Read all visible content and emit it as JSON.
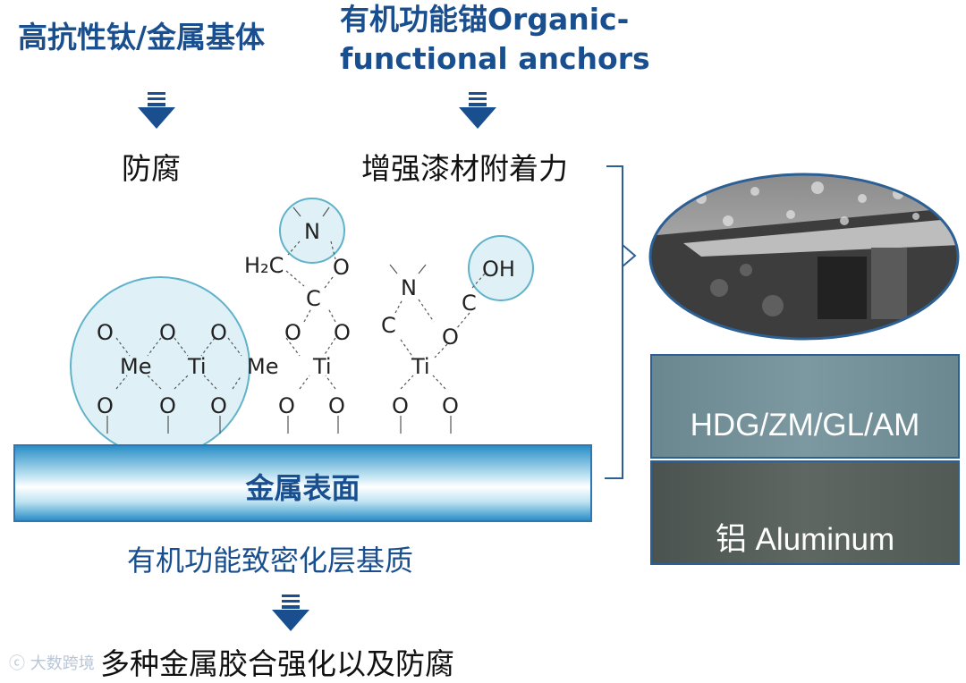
{
  "top_left_title": "高抗性钛/金属基体",
  "top_right_title_line1": "有机功能锚Organic-",
  "top_right_title_line2": "functional anchors",
  "left_result": "防腐",
  "right_result": "增强漆材附着力",
  "metal_surface": "金属表面",
  "substrate_label": "有机功能致密化层基质",
  "final_result": "多种金属胶合强化以及防腐",
  "panels": [
    {
      "label": "HDG/ZM/GL/AM"
    },
    {
      "label": "铝 Aluminum"
    }
  ],
  "watermark": "大数跨境",
  "chem": {
    "O": "O",
    "Me": "Me",
    "Ti": "Ti",
    "C": "C",
    "N": "N",
    "CH2": "H₂C",
    "OH": "OH"
  },
  "colors": {
    "accent": "#1a4f8f",
    "circle_fill": "#dff1f6",
    "circle_stroke": "#5fb2c9"
  }
}
